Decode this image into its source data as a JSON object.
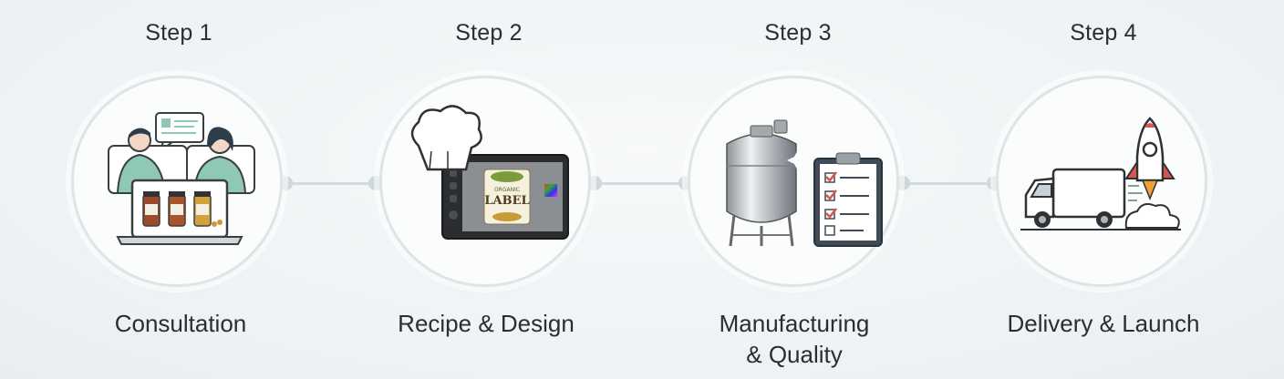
{
  "steps": [
    {
      "title": "Step 1",
      "caption_lines": [
        "Consultation"
      ]
    },
    {
      "title": "Step 2",
      "caption_lines": [
        "Recipe & Design"
      ],
      "label_badge": {
        "top": "ORGANIC",
        "main": "LABEL"
      }
    },
    {
      "title": "Step 3",
      "caption_lines": [
        "Manufacturing",
        "& Quality"
      ]
    },
    {
      "title": "Step 4",
      "caption_lines": [
        "Delivery & Launch"
      ]
    }
  ],
  "colors": {
    "connector": "#d2dcdf",
    "circle_border": "#dde5e7",
    "teal_accent": "#8fc9b4",
    "rocket_red": "#d9534f"
  }
}
